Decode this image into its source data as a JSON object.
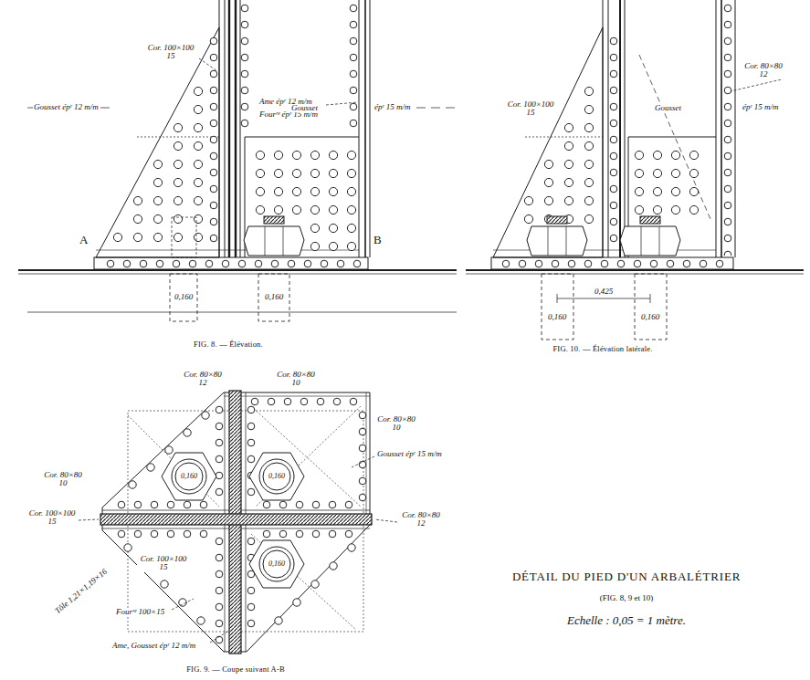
{
  "diagram": {
    "title": "DÉTAIL DU PIED D'UN ARBALÉTRIER",
    "caption": "(FIG. 8, 9 et 10)",
    "labels": [
      "Cor. 100×100 15",
      "Ame épʳ 12 m/m",
      "Fourʳᵉ épʳ 15 m/m",
      "Gousset épʳ 12 m/m",
      "Gousset",
      "épʳ 15 m/m",
      "A",
      "B",
      "0,160",
      "0,160",
      "FIG. 8. — Élévation.",
      "Cor. 100×100 15",
      "Gousset",
      "épʳ 15 m/m",
      "Cor. 80×80 12",
      "0,425",
      "0,160",
      "0,160",
      "FIG. 10. — Élévation latérale.",
      "Cor. 80×80 12",
      "Cor. 80×80 10",
      "Cor. 80×80 10",
      "Gousset épʳ 15 m/m",
      "Cor. 80×80 10",
      "Cor. 100×100 15",
      "Cor. 80×80 12",
      "Cor. 100×100 15",
      "Tôle 1,21×1,19×16",
      "Fourʳᵉ 100×15",
      "Ame, Gousset épʳ 12 m/m",
      "0,160",
      "0,160",
      "0,160",
      "FIG. 9. — Coupe suivant A-B",
      "Echelle : 0,05 = 1 mètre."
    ]
  }
}
